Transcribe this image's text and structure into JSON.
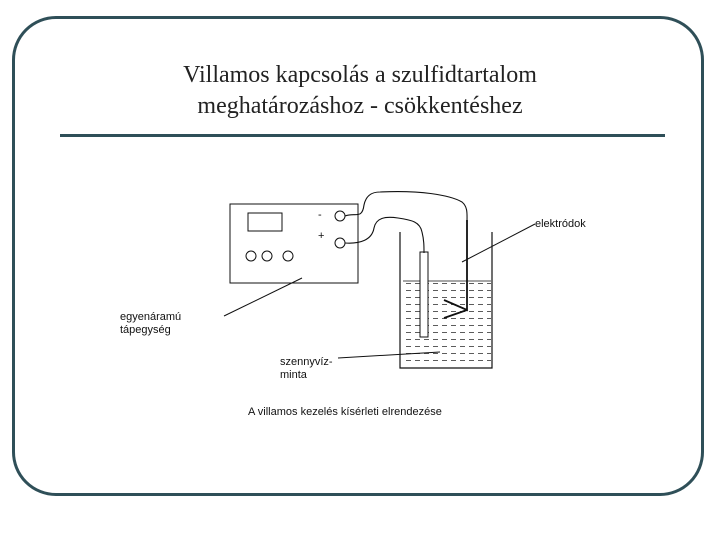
{
  "slide": {
    "title_line1": "Villamos kapcsolás a szulfidtartalom",
    "title_line2": "meghatározáshoz - csökkentéshez"
  },
  "diagram": {
    "labels": {
      "power_supply_line1": "egyenáramú",
      "power_supply_line2": "tápegység",
      "electrodes": "elektródok",
      "sample_line1": "szennyvíz-",
      "sample_line2": "minta",
      "caption": "A villamos kezelés kísérleti elrendezése",
      "minus": "-",
      "plus": "+"
    }
  }
}
